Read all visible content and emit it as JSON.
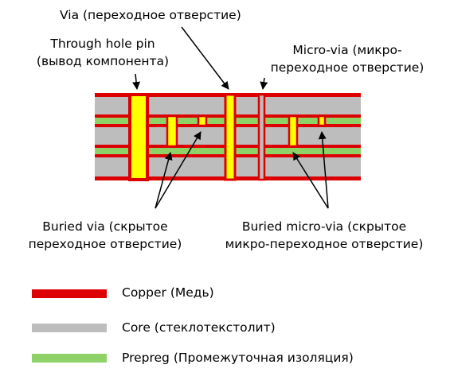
{
  "labels": {
    "via": "Via (переходное отверстие)",
    "through_hole_line1": "Through hole pin",
    "through_hole_line2": "(вывод компонента)",
    "micro_via_line1": "Micro-via (микро-",
    "micro_via_line2": "переходное отверстие)",
    "buried_via_line1": "Buried via (скрытое",
    "buried_via_line2": "переходное отверстие)",
    "buried_micro_via_line1": "Buried micro-via (скрытое",
    "buried_micro_via_line2": "микро-переходное отверстие)"
  },
  "legend": [
    {
      "label": "Copper (Медь)",
      "color": "#dd0000"
    },
    {
      "label": "Core (стеклотекстолит)",
      "color": "#bdbdbd"
    },
    {
      "label": "Prepreg (Промежуточная изоляция)",
      "color": "#8ed166"
    }
  ],
  "colors": {
    "copper": "#dd0000",
    "core": "#bdbdbd",
    "prepreg": "#8ed166",
    "via_fill": "#ffff00"
  }
}
